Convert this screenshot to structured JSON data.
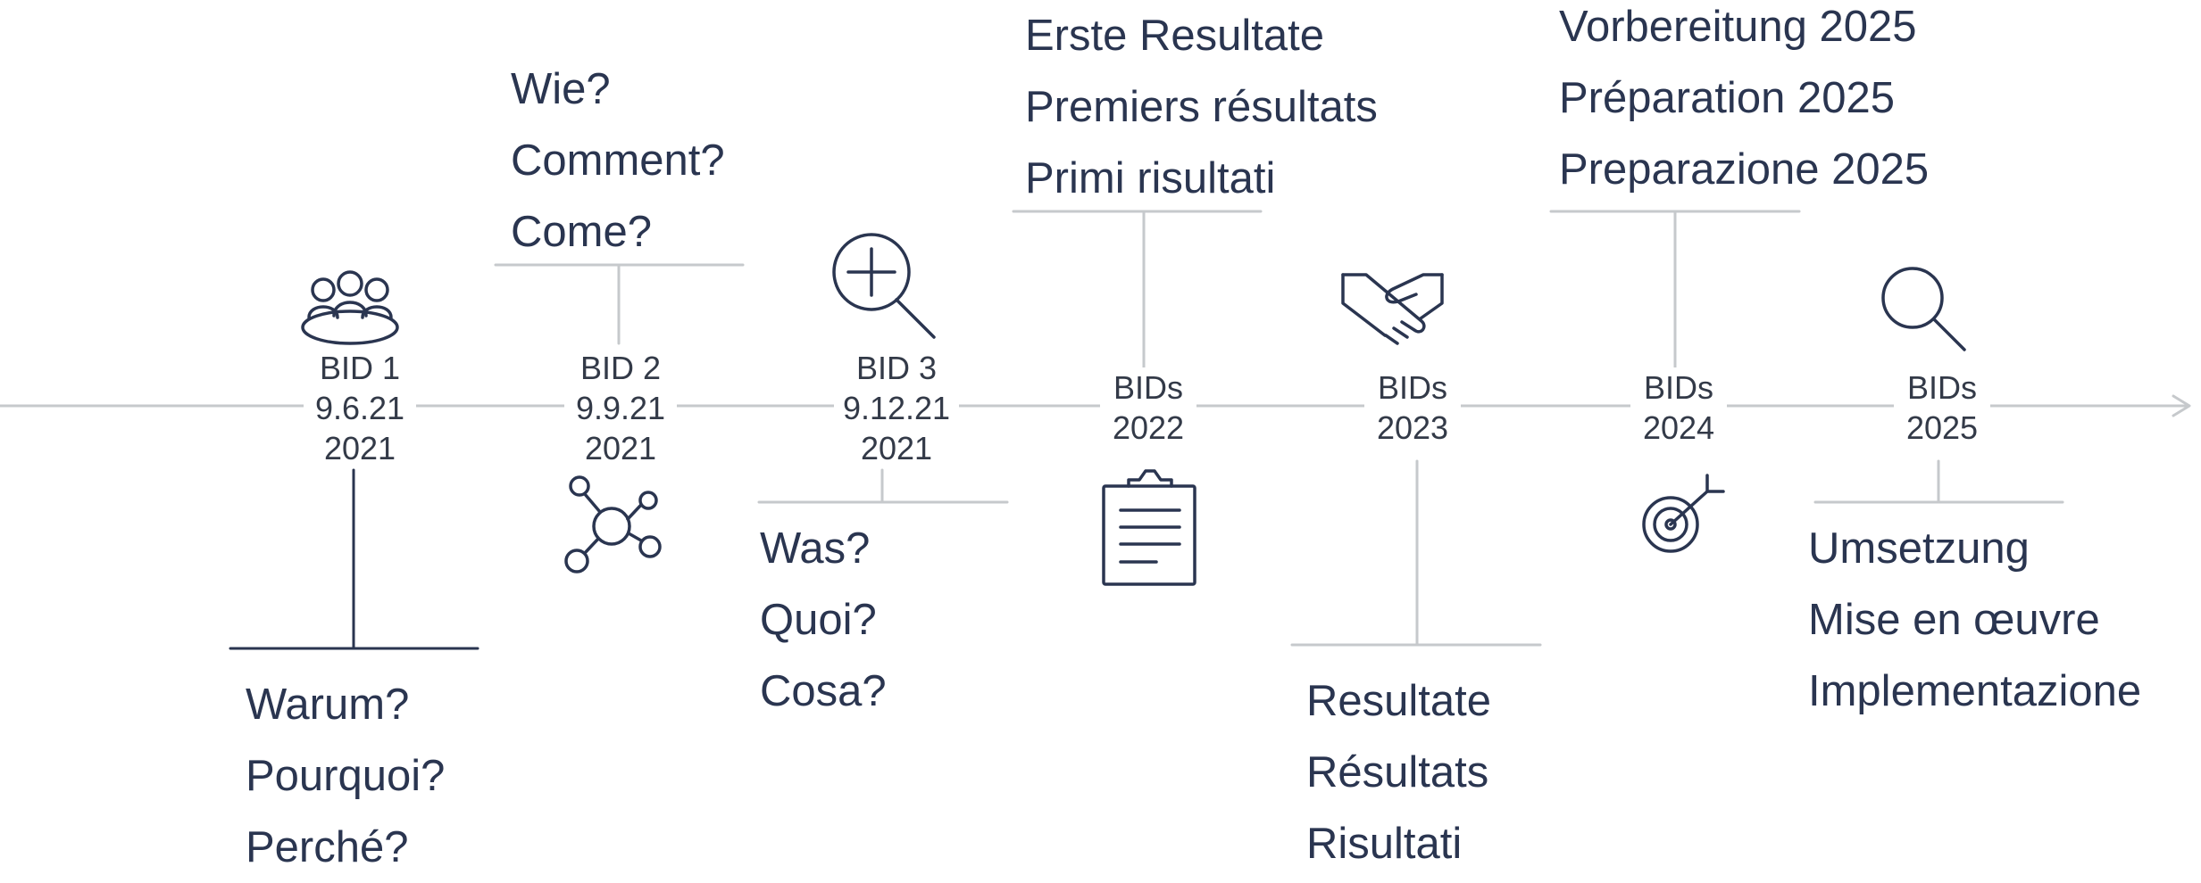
{
  "milestones": [
    {
      "key": "bid1",
      "lines": [
        "BID 1",
        "9.6.21",
        "2021"
      ],
      "icon": "meeting-people-icon",
      "questions": [
        "Warum?",
        "Pourquoi?",
        "Perché?"
      ]
    },
    {
      "key": "bid2",
      "lines": [
        "BID 2",
        "9.9.21",
        "2021"
      ],
      "icon": "network-nodes-icon",
      "questions": [
        "Wie?",
        "Comment?",
        "Come?"
      ]
    },
    {
      "key": "bid3",
      "lines": [
        "BID 3",
        "9.12.21",
        "2021"
      ],
      "icon": "zoom-in-magnifier-icon",
      "questions": [
        "Was?",
        "Quoi?",
        "Cosa?"
      ]
    },
    {
      "key": "bids2022",
      "lines": [
        "BIDs",
        "2022"
      ],
      "icon": "clipboard-icon",
      "questions": [
        "Erste Resultate",
        "Premiers résultats",
        "Primi risultati"
      ]
    },
    {
      "key": "bids2023",
      "lines": [
        "BIDs",
        "2023"
      ],
      "icon": "handshake-icon",
      "questions": [
        "Resultate",
        "Résultats",
        "Risultati"
      ]
    },
    {
      "key": "bids2024",
      "lines": [
        "BIDs",
        "2024"
      ],
      "icon": "target-arrow-icon",
      "questions": [
        "Vorbereitung 2025",
        "Préparation 2025",
        "Preparazione 2025"
      ]
    },
    {
      "key": "bids2025",
      "lines": [
        "BIDs",
        "2025"
      ],
      "icon": "magnifier-icon",
      "questions": [
        "Umsetzung",
        "Mise en œuvre",
        "Implementazione"
      ]
    }
  ],
  "colors": {
    "timeline": "#c6c9cc",
    "icon": "#2a3550",
    "text": "#2a3550",
    "date_text": "#333a48"
  }
}
